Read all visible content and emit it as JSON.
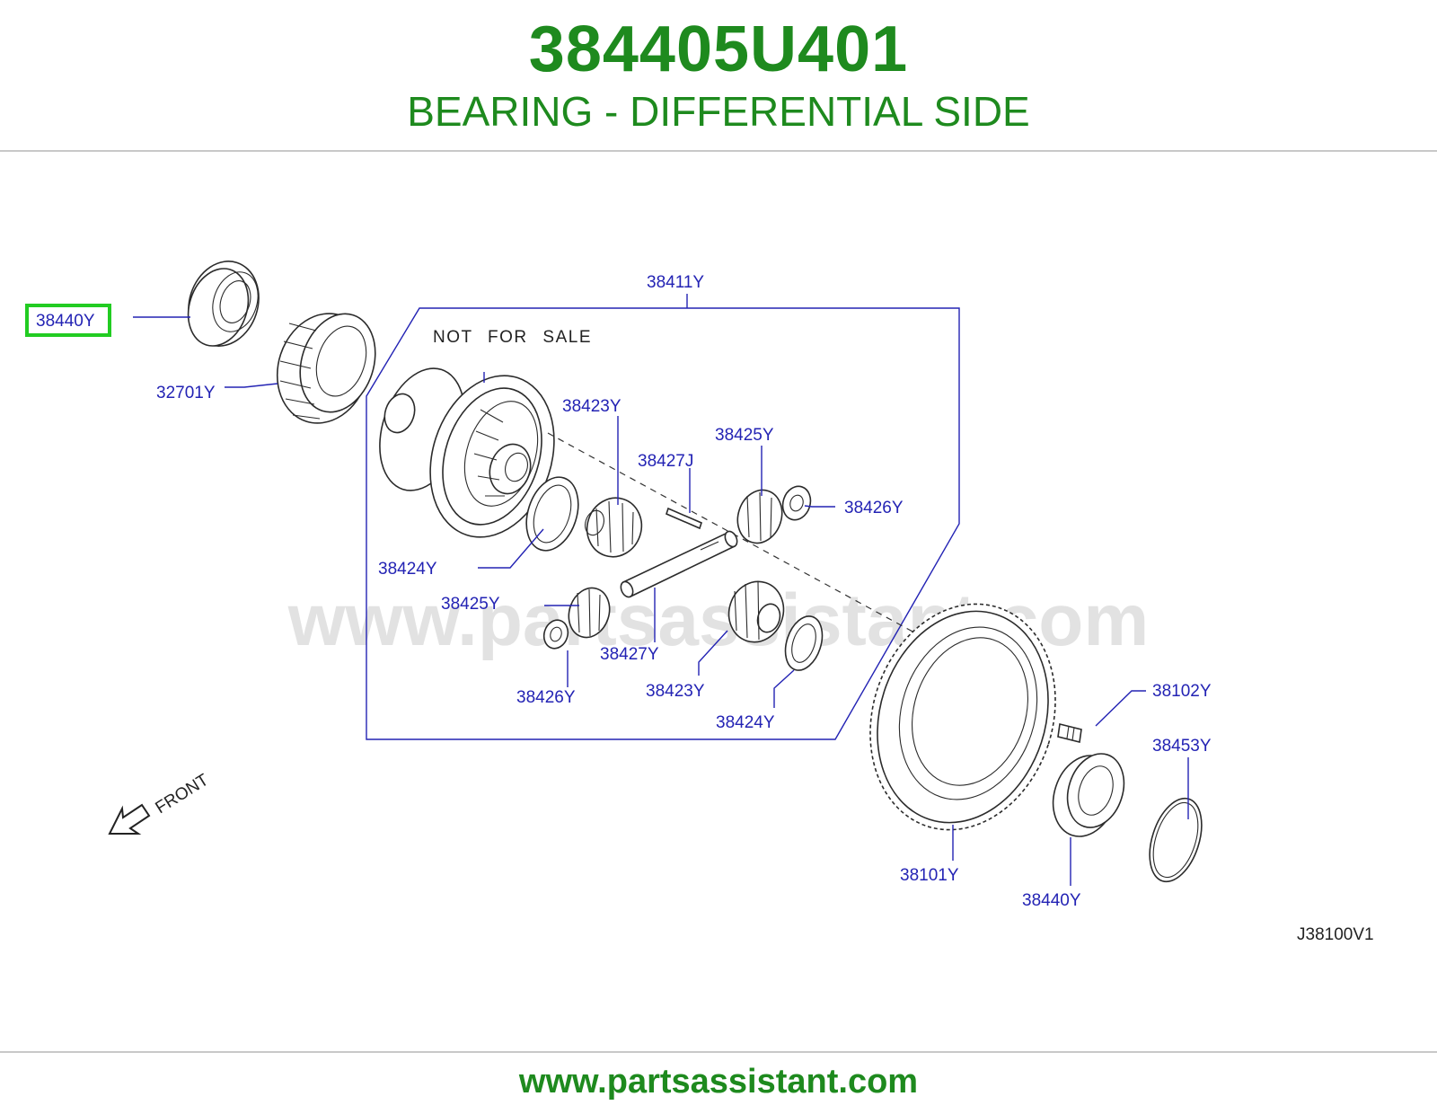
{
  "header": {
    "part_number": "384405U401",
    "part_name": "BEARING - DIFFERENTIAL SIDE"
  },
  "diagram": {
    "note": "NOT FOR SALE",
    "watermark": "www.partsassistant.com",
    "front_label": "FRONT",
    "diagram_code": "J38100V1",
    "callouts": {
      "c_38440Y_top": "38440Y",
      "c_32701Y": "32701Y",
      "c_38411Y": "38411Y",
      "c_38423Y_top": "38423Y",
      "c_38425Y_top": "38425Y",
      "c_38427J": "38427J",
      "c_38426Y_right": "38426Y",
      "c_38424Y_left": "38424Y",
      "c_38425Y_bottom": "38425Y",
      "c_38427Y": "38427Y",
      "c_38426Y_bottom": "38426Y",
      "c_38423Y_bottom": "38423Y",
      "c_38424Y_bottom": "38424Y",
      "c_38102Y": "38102Y",
      "c_38453Y": "38453Y",
      "c_38101Y": "38101Y",
      "c_38440Y_bottom": "38440Y"
    },
    "highlighted_callout": "38440Y",
    "highlight_color": "#22cc22"
  },
  "footer": {
    "url": "www.partsassistant.com"
  },
  "colors": {
    "brand_green": "#1e8a1e",
    "callout_blue": "#2323b4"
  }
}
